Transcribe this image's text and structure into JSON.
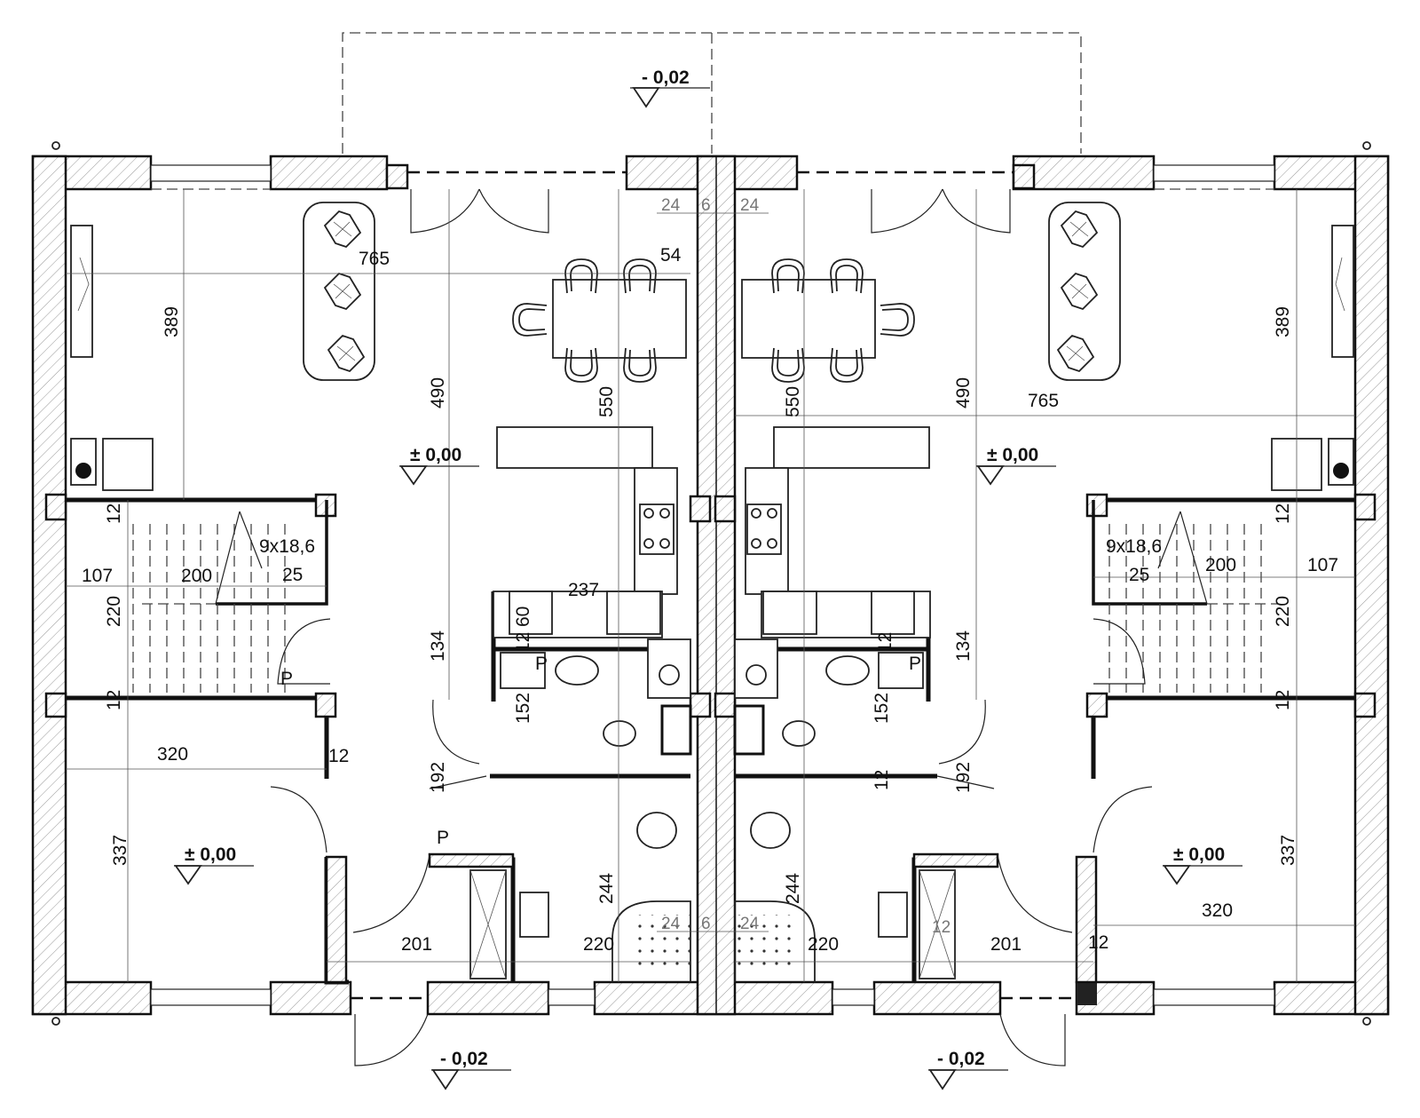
{
  "plan": {
    "center_top_dims": [
      "24",
      "6",
      "24"
    ],
    "center_bottom_dims": [
      "24",
      "6",
      "24"
    ],
    "elevations": {
      "top_outside": "- 0,02",
      "bottom_left": "- 0,02",
      "bottom_right": "- 0,02",
      "living_left": "± 0,00",
      "living_right": "± 0,00",
      "bedroom_left": "± 0,00",
      "bedroom_right": "± 0,00"
    },
    "left_unit": {
      "d_765": "765",
      "d_389": "389",
      "d_490": "490",
      "d_550": "550",
      "d_54": "54",
      "d_12a": "12",
      "d_stairs": "9x18,6",
      "d_25": "25",
      "d_107": "107",
      "d_200": "200",
      "d_220": "220",
      "d_237": "237",
      "d_60": "60",
      "d_12b": "12",
      "d_134": "134",
      "d_152": "152",
      "d_12c": "12",
      "d_320": "320",
      "d_12d": "12",
      "d_192": "192",
      "d_337": "337",
      "d_244": "244",
      "d_201": "201",
      "d_220b": "220",
      "p1": "P",
      "p2": "P",
      "p3": "P"
    },
    "right_unit": {
      "d_765": "765",
      "d_389": "389",
      "d_490": "490",
      "d_550": "550",
      "d_12a": "12",
      "d_stairs": "9x18,6",
      "d_25": "25",
      "d_107": "107",
      "d_200": "200",
      "d_220": "220",
      "d_12b": "12",
      "d_134": "134",
      "d_152": "152",
      "d_12c": "12",
      "d_12e": "12",
      "d_192": "192",
      "d_337": "337",
      "d_320": "320",
      "d_244": "244",
      "d_201": "201",
      "d_12f": "12",
      "d_12g": "12",
      "d_220b": "220",
      "p1": "P"
    }
  }
}
